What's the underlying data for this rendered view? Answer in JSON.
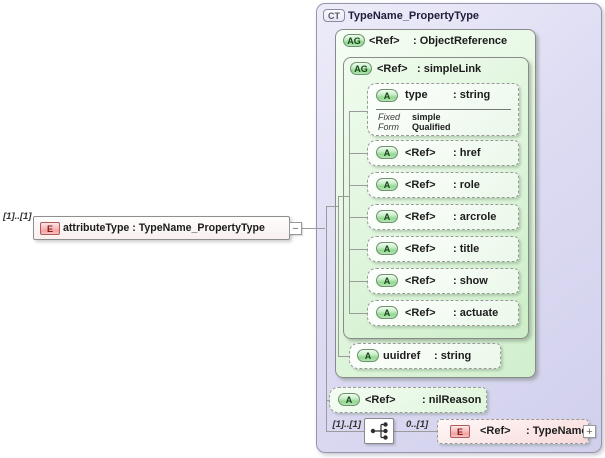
{
  "element": {
    "cardinality": "[1]..[1]",
    "badge": "E",
    "label": "attributeType : TypeName_PropertyType",
    "collapse": "−"
  },
  "ct": {
    "badge": "CT",
    "title": "TypeName_PropertyType",
    "objref": {
      "badge": "AG",
      "name": "<Ref>",
      "type": ": ObjectReference",
      "slink": {
        "badge": "AG",
        "name": "<Ref>",
        "type": ": simpleLink",
        "attrs": [
          {
            "badge": "A",
            "name": "type",
            "type": ": string",
            "facets": [
              {
                "label": "Fixed",
                "value": "simple"
              },
              {
                "label": "Form",
                "value": "Qualified"
              }
            ]
          },
          {
            "badge": "A",
            "name": "<Ref>",
            "type": ": href"
          },
          {
            "badge": "A",
            "name": "<Ref>",
            "type": ": role"
          },
          {
            "badge": "A",
            "name": "<Ref>",
            "type": ": arcrole"
          },
          {
            "badge": "A",
            "name": "<Ref>",
            "type": ": title"
          },
          {
            "badge": "A",
            "name": "<Ref>",
            "type": ": show"
          },
          {
            "badge": "A",
            "name": "<Ref>",
            "type": ": actuate"
          }
        ]
      },
      "uuidref": {
        "badge": "A",
        "name": "uuidref",
        "type": ": string"
      }
    },
    "nilreason": {
      "badge": "A",
      "name": "<Ref>",
      "type": ": nilReason"
    },
    "seq": {
      "cardinality": "[1]..[1]",
      "child_cardinality": "0..[1]",
      "typename": {
        "badge": "E",
        "name": "<Ref>",
        "type": ": TypeName",
        "expand": "+"
      }
    }
  },
  "colors": {
    "panel_lavender": "#dedcf3",
    "group_green": "#90d890",
    "element_pink": "#f2a2a2",
    "connector_gray": "#9b9b9b"
  }
}
